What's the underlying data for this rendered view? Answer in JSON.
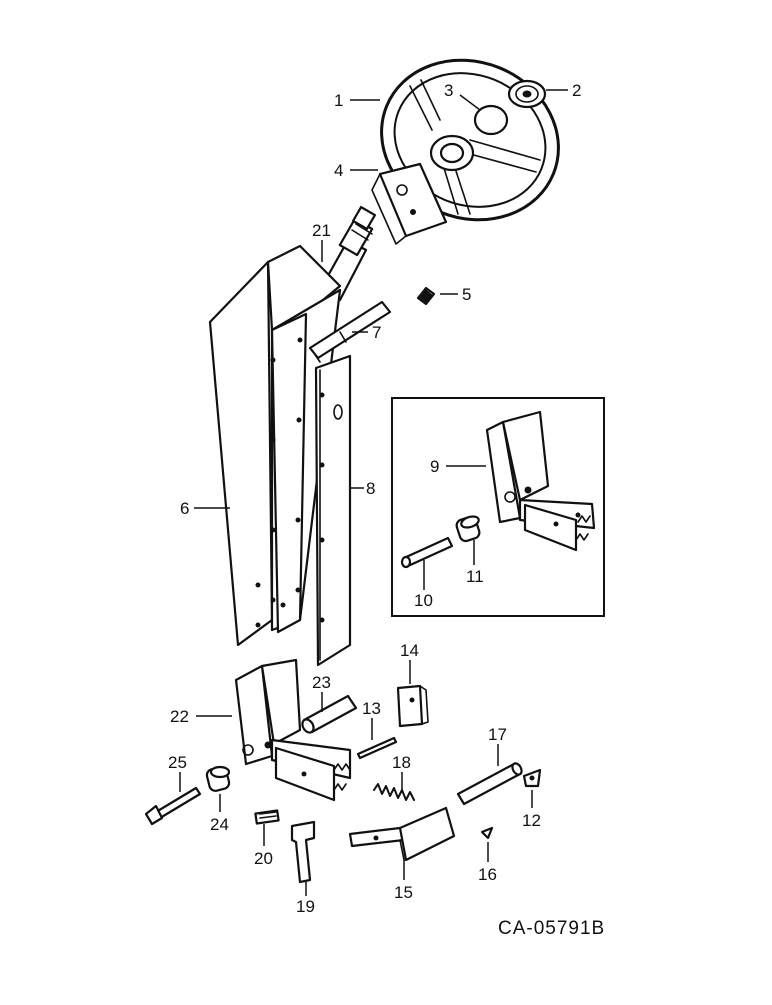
{
  "figure_code": "CA-05791B",
  "callouts": [
    "1",
    "2",
    "3",
    "4",
    "5",
    "6",
    "7",
    "8",
    "9",
    "10",
    "11",
    "12",
    "13",
    "14",
    "15",
    "16",
    "17",
    "18",
    "19",
    "20",
    "21",
    "22",
    "23",
    "24",
    "25"
  ],
  "inset": {
    "callouts": [
      "9",
      "10",
      "11"
    ]
  },
  "parts": [
    {
      "id": "steering-wheel",
      "callout": "1"
    },
    {
      "id": "cap",
      "callout": "2"
    },
    {
      "id": "emblem-disc",
      "callout": "3"
    },
    {
      "id": "column-bracket",
      "callout": "4"
    },
    {
      "id": "grommet",
      "callout": "5"
    },
    {
      "id": "column-cover",
      "callout": "6"
    },
    {
      "id": "support-strap",
      "callout": "7"
    },
    {
      "id": "rear-panel",
      "callout": "8"
    },
    {
      "id": "tilt-bracket-inset",
      "callout": "9"
    },
    {
      "id": "pin-inset",
      "callout": "10"
    },
    {
      "id": "bushing-inset",
      "callout": "11"
    },
    {
      "id": "clip",
      "callout": "12"
    },
    {
      "id": "rod",
      "callout": "13"
    },
    {
      "id": "plate",
      "callout": "14"
    },
    {
      "id": "pedal-bracket",
      "callout": "15"
    },
    {
      "id": "retainer",
      "callout": "16"
    },
    {
      "id": "shaft",
      "callout": "17"
    },
    {
      "id": "spring",
      "callout": "18"
    },
    {
      "id": "pedal-arm",
      "callout": "19"
    },
    {
      "id": "pedal-pad",
      "callout": "20"
    },
    {
      "id": "steering-shaft",
      "callout": "21"
    },
    {
      "id": "tilt-bracket",
      "callout": "22"
    },
    {
      "id": "tube",
      "callout": "23"
    },
    {
      "id": "bushing",
      "callout": "24"
    },
    {
      "id": "bolt",
      "callout": "25"
    }
  ]
}
